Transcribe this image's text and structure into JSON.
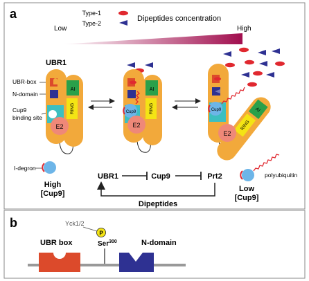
{
  "panel_a": {
    "label": "a",
    "legend": {
      "type1": "Type-1",
      "type2": "Type-2",
      "title": "Dipeptides concentration"
    },
    "gradient": {
      "low": "Low",
      "high": "High"
    },
    "ubr1_title": "UBR1",
    "domain_labels": {
      "ubr_box": "UBR-box",
      "n_domain": "N-domain",
      "cup9_site_line1": "Cup9",
      "cup9_site_line2": "binding site"
    },
    "domains": {
      "ai": "AI",
      "ring": "RING",
      "e2": "E2",
      "cup9": "Cup9"
    },
    "idegron": "I-degron",
    "state_left": {
      "line1": "High",
      "line2": "[Cup9]"
    },
    "state_right": {
      "line1": "Low",
      "line2": "[Cup9]"
    },
    "polyubiquitin": "polyubiquitin",
    "pathway": {
      "ubr1": "UBR1",
      "cup9": "Cup9",
      "prt2": "Prt2",
      "dipeptides": "Dipeptides"
    }
  },
  "panel_b": {
    "label": "b",
    "kinase": "Yck1/2",
    "phospho": "P",
    "ser": "Ser",
    "ser_number": "300",
    "ubr_box": "UBR box",
    "n_domain": "N-domain"
  },
  "colors": {
    "body_orange": "#f2a93b",
    "ubr_box_red": "#dc4a2b",
    "n_domain_navy": "#2e3192",
    "cyan": "#3cbfc0",
    "ring_yellow": "#f4e414",
    "ai_green": "#2aa04a",
    "e2_pink": "#ef8878",
    "cup9_blue": "#6db5e8",
    "dipeptide_red": "#e0282f",
    "dipeptide_navy": "#2e3192",
    "gradient_end": "#a10e4e",
    "frame": "#888888"
  }
}
